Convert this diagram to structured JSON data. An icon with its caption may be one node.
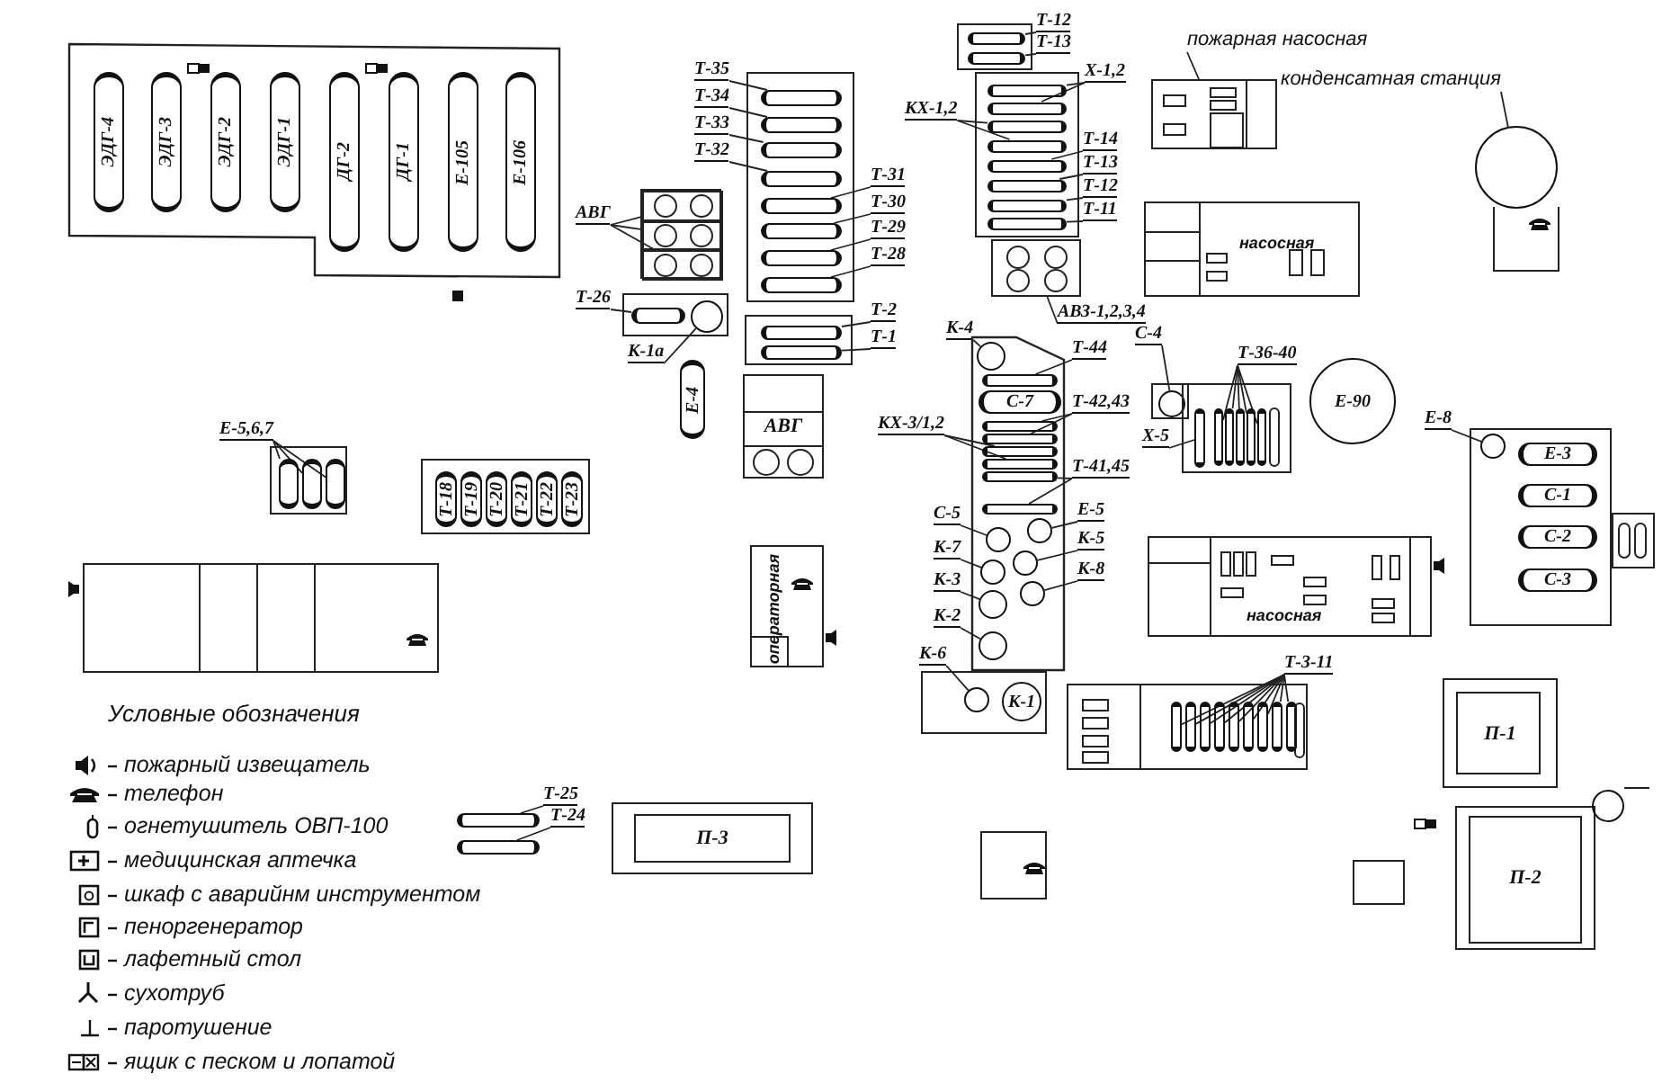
{
  "diagram": {
    "nodes": [
      {
        "text": [],
        "shape": "box"
      },
      {
        "text": [
          "ЭДГ-4"
        ],
        "in": 0
      },
      {
        "text": [
          "ЭДГ-3"
        ],
        "in": 0
      },
      {
        "text": [
          "ЭДГ-2"
        ],
        "in": 0
      },
      {
        "text": [
          "ЭДГ-1"
        ],
        "in": 0
      },
      {
        "text": [
          "ДГ-2"
        ],
        "in": 0
      },
      {
        "text": [
          "ДГ-1"
        ],
        "in": 0
      },
      {
        "text": [
          "Е-105"
        ],
        "in": 0
      },
      {
        "text": [
          "Е-106"
        ],
        "in": 0
      },
      {
        "text": [
          "Т-35"
        ]
      },
      {
        "text": [
          "Т-34"
        ]
      },
      {
        "text": [
          "Т-33"
        ]
      },
      {
        "text": [
          "Т-32"
        ]
      },
      {
        "text": [],
        "shape": "box"
      },
      {
        "text": [],
        "shape": "cylinder",
        "in": 13
      },
      {
        "text": [],
        "shape": "cylinder",
        "in": 13
      },
      {
        "text": [],
        "shape": "cylinder",
        "in": 13
      },
      {
        "text": [],
        "shape": "cylinder",
        "in": 13
      },
      {
        "text": [],
        "shape": "cylinder",
        "in": 13
      },
      {
        "text": [],
        "shape": "cylinder",
        "in": 13
      },
      {
        "text": [],
        "shape": "cylinder",
        "in": 13
      },
      {
        "text": [],
        "shape": "cylinder",
        "in": 13
      },
      {
        "text": [
          "Т-31"
        ]
      },
      {
        "text": [
          "Т-30"
        ]
      },
      {
        "text": [
          "Т-29"
        ]
      },
      {
        "text": [
          "Т-28"
        ]
      },
      {
        "text": [
          "АВГ"
        ]
      },
      {
        "text": [],
        "shape": "box"
      },
      {
        "text": [],
        "shape": "box",
        "in": 27
      },
      {
        "text": [],
        "shape": "box",
        "in": 27
      },
      {
        "text": [],
        "shape": "box",
        "in": 27
      },
      {
        "text": [
          "Т-26"
        ]
      },
      {
        "text": [],
        "shape": "box"
      },
      {
        "text": [],
        "shape": "cylinder",
        "in": 32
      },
      {
        "text": [],
        "shape": "circle",
        "in": 32
      },
      {
        "text": [
          "К-1а"
        ]
      },
      {
        "text": [
          "Т-2"
        ]
      },
      {
        "text": [
          "Т-1"
        ]
      },
      {
        "text": [],
        "shape": "box"
      },
      {
        "text": [],
        "shape": "cylinder",
        "in": 38
      },
      {
        "text": [],
        "shape": "cylinder",
        "in": 38
      },
      {
        "text": [
          "Е-4"
        ]
      },
      {
        "text": [
          "АВГ"
        ]
      },
      {
        "text": [
          "Е-5,6,7"
        ]
      },
      {
        "text": [],
        "shape": "box"
      },
      {
        "text": [],
        "shape": "cylinder",
        "in": 44
      },
      {
        "text": [],
        "shape": "cylinder",
        "in": 44
      },
      {
        "text": [],
        "shape": "cylinder",
        "in": 44
      },
      {
        "text": [],
        "shape": "box"
      },
      {
        "text": [
          "Т-18"
        ],
        "in": 48
      },
      {
        "text": [
          "Т-19"
        ],
        "in": 48
      },
      {
        "text": [
          "Т-20"
        ],
        "in": 48
      },
      {
        "text": [
          "Т-21"
        ],
        "in": 48
      },
      {
        "text": [
          "Т-22"
        ],
        "in": 48
      },
      {
        "text": [
          "Т-23"
        ],
        "in": 48
      },
      {
        "text": [
          "Т-12"
        ]
      },
      {
        "text": [
          "Т-13"
        ]
      },
      {
        "text": [],
        "shape": "box"
      },
      {
        "text": [],
        "shape": "cylinder",
        "in": 57
      },
      {
        "text": [],
        "shape": "cylinder",
        "in": 57
      },
      {
        "text": [
          "Х-1,2"
        ]
      },
      {
        "text": [
          "КХ-1,2"
        ]
      },
      {
        "text": [],
        "shape": "box"
      },
      {
        "text": [],
        "shape": "cylinder",
        "in": 62
      },
      {
        "text": [],
        "shape": "cylinder",
        "in": 62
      },
      {
        "text": [],
        "shape": "cylinder",
        "in": 62
      },
      {
        "text": [],
        "shape": "cylinder",
        "in": 62
      },
      {
        "text": [],
        "shape": "cylinder",
        "in": 62
      },
      {
        "text": [],
        "shape": "cylinder",
        "in": 62
      },
      {
        "text": [],
        "shape": "cylinder",
        "in": 62
      },
      {
        "text": [],
        "shape": "cylinder",
        "in": 62
      },
      {
        "text": [
          "Т-14"
        ]
      },
      {
        "text": [
          "Т-13"
        ]
      },
      {
        "text": [
          "Т-12"
        ]
      },
      {
        "text": [
          "Т-11"
        ]
      },
      {
        "text": [],
        "shape": "box"
      },
      {
        "text": [
          "АВЗ-1,2,3,4"
        ]
      },
      {
        "text": [
          "К-4"
        ]
      },
      {
        "text": [],
        "shape": "box"
      },
      {
        "text": [],
        "shape": "circle",
        "in": 78
      },
      {
        "text": [
          "Т-44"
        ]
      },
      {
        "text": [],
        "shape": "cylinder",
        "in": 78
      },
      {
        "text": [
          "С-7"
        ],
        "in": 78
      },
      {
        "text": [],
        "shape": "cylinder",
        "in": 78
      },
      {
        "text": [],
        "shape": "cylinder",
        "in": 78
      },
      {
        "text": [],
        "shape": "cylinder",
        "in": 78
      },
      {
        "text": [],
        "shape": "cylinder",
        "in": 78
      },
      {
        "text": [],
        "shape": "cylinder",
        "in": 78
      },
      {
        "text": [],
        "shape": "cylinder",
        "in": 78
      },
      {
        "text": [
          "Т-42,43"
        ]
      },
      {
        "text": [
          "КХ-3/1,2"
        ]
      },
      {
        "text": [
          "Т-41,45"
        ]
      },
      {
        "text": [
          "С-5"
        ]
      },
      {
        "text": [],
        "shape": "circle",
        "in": 78
      },
      {
        "text": [
          "Е-5"
        ]
      },
      {
        "text": [],
        "shape": "circle",
        "in": 78
      },
      {
        "text": [
          "К-5"
        ]
      },
      {
        "text": [],
        "shape": "circle",
        "in": 78
      },
      {
        "text": [
          "К-7"
        ]
      },
      {
        "text": [],
        "shape": "circle",
        "in": 78
      },
      {
        "text": [
          "К-3"
        ]
      },
      {
        "text": [],
        "shape": "circle",
        "in": 78
      },
      {
        "text": [
          "К-8"
        ]
      },
      {
        "text": [],
        "shape": "circle",
        "in": 78
      },
      {
        "text": [
          "К-2"
        ]
      },
      {
        "text": [],
        "shape": "circle",
        "in": 78
      },
      {
        "text": [
          "К-6"
        ]
      },
      {
        "text": [],
        "shape": "box"
      },
      {
        "text": [],
        "shape": "circle",
        "in": 107
      },
      {
        "text": [
          "К-1"
        ],
        "in": 107
      },
      {
        "text": [
          "пожарная насосная"
        ]
      },
      {
        "text": [],
        "shape": "box"
      },
      {
        "text": [
          "конденсатная станция"
        ]
      },
      {
        "text": [],
        "shape": "circle"
      },
      {
        "text": [
          "насосная"
        ]
      },
      {
        "text": [
          "С-4"
        ]
      },
      {
        "text": [],
        "shape": "box"
      },
      {
        "text": [],
        "shape": "circle",
        "in": 116
      },
      {
        "text": [
          "Х-5"
        ]
      },
      {
        "text": [
          "Т-36-40"
        ]
      },
      {
        "text": [],
        "shape": "box"
      },
      {
        "text": [],
        "shape": "cylinder",
        "in": 120
      },
      {
        "text": [],
        "shape": "cylinder",
        "in": 120
      },
      {
        "text": [],
        "shape": "cylinder",
        "in": 120
      },
      {
        "text": [],
        "shape": "cylinder",
        "in": 120
      },
      {
        "text": [],
        "shape": "cylinder",
        "in": 120
      },
      {
        "text": [],
        "shape": "cylinder",
        "in": 120
      },
      {
        "text": [
          "Е-90"
        ]
      },
      {
        "text": [
          "Е-8"
        ]
      },
      {
        "text": [],
        "shape": "box"
      },
      {
        "text": [],
        "shape": "circle",
        "in": 129
      },
      {
        "text": [
          "Е-3"
        ],
        "in": 129
      },
      {
        "text": [
          "С-1"
        ],
        "in": 129
      },
      {
        "text": [
          "С-2"
        ],
        "in": 129
      },
      {
        "text": [
          "С-3"
        ],
        "in": 129
      },
      {
        "text": [
          "насосная"
        ]
      },
      {
        "text": [
          "Т-3-11"
        ]
      },
      {
        "text": [],
        "shape": "box"
      },
      {
        "text": [],
        "shape": "cylinder",
        "in": 137
      },
      {
        "text": [],
        "shape": "cylinder",
        "in": 137
      },
      {
        "text": [],
        "shape": "cylinder",
        "in": 137
      },
      {
        "text": [],
        "shape": "cylinder",
        "in": 137
      },
      {
        "text": [],
        "shape": "cylinder",
        "in": 137
      },
      {
        "text": [],
        "shape": "cylinder",
        "in": 137
      },
      {
        "text": [],
        "shape": "cylinder",
        "in": 137
      },
      {
        "text": [],
        "shape": "cylinder",
        "in": 137
      },
      {
        "text": [],
        "shape": "cylinder",
        "in": 137
      },
      {
        "text": [
          "операторная"
        ]
      },
      {
        "text": [],
        "shape": "box"
      },
      {
        "text": [
          "Т-25"
        ]
      },
      {
        "text": [
          "Т-24"
        ]
      },
      {
        "text": [],
        "shape": "cylinder"
      },
      {
        "text": [],
        "shape": "cylinder"
      },
      {
        "text": [
          "П-3"
        ]
      },
      {
        "text": [
          "П-1"
        ]
      },
      {
        "text": [
          "П-2"
        ]
      },
      {
        "text": [],
        "shape": "box"
      },
      {
        "text": [],
        "shape": "box"
      },
      {
        "text": [],
        "shape": "circle"
      }
    ],
    "edges": [
      {
        "from": 9,
        "to": 14,
        "arrow": "none"
      },
      {
        "from": 10,
        "to": 15,
        "arrow": "none"
      },
      {
        "from": 11,
        "to": 16,
        "arrow": "none"
      },
      {
        "from": 12,
        "to": 17,
        "arrow": "none"
      },
      {
        "from": 22,
        "to": 18,
        "arrow": "none"
      },
      {
        "from": 23,
        "to": 19,
        "arrow": "none"
      },
      {
        "from": 24,
        "to": 20,
        "arrow": "none"
      },
      {
        "from": 25,
        "to": 21,
        "arrow": "none"
      },
      {
        "from": 26,
        "to": 28,
        "arrow": "none"
      },
      {
        "from": 26,
        "to": 29,
        "arrow": "none"
      },
      {
        "from": 26,
        "to": 30,
        "arrow": "none"
      },
      {
        "from": 31,
        "to": 33,
        "arrow": "none"
      },
      {
        "from": 35,
        "to": 34,
        "arrow": "none"
      },
      {
        "from": 36,
        "to": 39,
        "arrow": "none"
      },
      {
        "from": 37,
        "to": 40,
        "arrow": "none"
      },
      {
        "from": 43,
        "to": 45,
        "arrow": "none"
      },
      {
        "from": 43,
        "to": 46,
        "arrow": "none"
      },
      {
        "from": 43,
        "to": 47,
        "arrow": "none"
      },
      {
        "from": 55,
        "to": 58,
        "arrow": "none"
      },
      {
        "from": 56,
        "to": 59,
        "arrow": "none"
      },
      {
        "from": 60,
        "to": 63,
        "arrow": "none"
      },
      {
        "from": 60,
        "to": 64,
        "arrow": "none"
      },
      {
        "from": 61,
        "to": 65,
        "arrow": "none"
      },
      {
        "from": 61,
        "to": 66,
        "arrow": "none"
      },
      {
        "from": 71,
        "to": 67,
        "arrow": "none"
      },
      {
        "from": 72,
        "to": 68,
        "arrow": "none"
      },
      {
        "from": 73,
        "to": 69,
        "arrow": "none"
      },
      {
        "from": 74,
        "to": 70,
        "arrow": "none"
      },
      {
        "from": 76,
        "to": 75,
        "arrow": "none"
      },
      {
        "from": 77,
        "to": 79,
        "arrow": "none"
      },
      {
        "from": 80,
        "to": 81,
        "arrow": "none"
      },
      {
        "from": 89,
        "to": 83,
        "arrow": "none"
      },
      {
        "from": 89,
        "to": 84,
        "arrow": "none"
      },
      {
        "from": 90,
        "to": 85,
        "arrow": "none"
      },
      {
        "from": 90,
        "to": 86,
        "arrow": "none"
      },
      {
        "from": 91,
        "to": 87,
        "arrow": "none"
      },
      {
        "from": 91,
        "to": 88,
        "arrow": "none"
      },
      {
        "from": 92,
        "to": 93,
        "arrow": "none"
      },
      {
        "from": 94,
        "to": 95,
        "arrow": "none"
      },
      {
        "from": 96,
        "to": 97,
        "arrow": "none"
      },
      {
        "from": 98,
        "to": 99,
        "arrow": "none"
      },
      {
        "from": 100,
        "to": 101,
        "arrow": "none"
      },
      {
        "from": 102,
        "to": 103,
        "arrow": "none"
      },
      {
        "from": 104,
        "to": 105,
        "arrow": "none"
      },
      {
        "from": 106,
        "to": 108,
        "arrow": "none"
      },
      {
        "from": 110,
        "to": 111,
        "arrow": "none"
      },
      {
        "from": 112,
        "to": 113,
        "arrow": "none"
      },
      {
        "from": 115,
        "to": 117,
        "arrow": "none"
      },
      {
        "from": 118,
        "to": 121,
        "arrow": "none"
      },
      {
        "from": 119,
        "to": 122,
        "arrow": "none"
      },
      {
        "from": 119,
        "to": 123,
        "arrow": "none"
      },
      {
        "from": 119,
        "to": 124,
        "arrow": "none"
      },
      {
        "from": 119,
        "to": 125,
        "arrow": "none"
      },
      {
        "from": 119,
        "to": 126,
        "arrow": "none"
      },
      {
        "from": 128,
        "to": 130,
        "arrow": "none"
      },
      {
        "from": 136,
        "to": 138,
        "arrow": "none"
      },
      {
        "from": 136,
        "to": 139,
        "arrow": "none"
      },
      {
        "from": 136,
        "to": 140,
        "arrow": "none"
      },
      {
        "from": 136,
        "to": 141,
        "arrow": "none"
      },
      {
        "from": 136,
        "to": 142,
        "arrow": "none"
      },
      {
        "from": 136,
        "to": 143,
        "arrow": "none"
      },
      {
        "from": 136,
        "to": 144,
        "arrow": "none"
      },
      {
        "from": 136,
        "to": 145,
        "arrow": "none"
      },
      {
        "from": 136,
        "to": 146,
        "arrow": "none"
      },
      {
        "from": 149,
        "to": 151,
        "arrow": "none"
      },
      {
        "from": 150,
        "to": 152,
        "arrow": "none"
      }
    ],
    "labels": [
      "Условные обозначения"
    ],
    "legend": [
      {
        "text": "пожарный извещатель"
      },
      {
        "text": "телефон"
      },
      {
        "text": "огнетушитель ОВП-100"
      },
      {
        "text": "медицинская аптечка"
      },
      {
        "text": "шкаф с аварийнм инструментом"
      },
      {
        "text": "пеноргенератор"
      },
      {
        "text": "лафетный стол"
      },
      {
        "text": "сухотруб"
      },
      {
        "text": "паротушение"
      },
      {
        "text": "ящик с песком и лопатой"
      }
    ]
  }
}
